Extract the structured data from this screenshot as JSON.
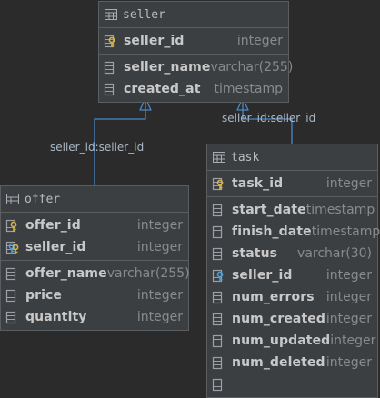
{
  "tables": [
    {
      "id": "seller",
      "name": "seller",
      "groups": [
        [
          {
            "name": "seller_id",
            "type": "integer",
            "icon": "primary-key-icon"
          }
        ],
        [
          {
            "name": "seller_name",
            "type": "varchar(255)",
            "icon": "column-icon"
          },
          {
            "name": "created_at",
            "type": "timestamp",
            "icon": "column-icon"
          }
        ]
      ]
    },
    {
      "id": "offer",
      "name": "offer",
      "groups": [
        [
          {
            "name": "offer_id",
            "type": "integer",
            "icon": "primary-key-icon"
          },
          {
            "name": "seller_id",
            "type": "integer",
            "icon": "primary-foreign-key-icon"
          }
        ],
        [
          {
            "name": "offer_name",
            "type": "varchar(255)",
            "icon": "column-icon"
          },
          {
            "name": "price",
            "type": "integer",
            "icon": "column-icon"
          },
          {
            "name": "quantity",
            "type": "integer",
            "icon": "column-icon"
          }
        ]
      ]
    },
    {
      "id": "task",
      "name": "task",
      "groups": [
        [
          {
            "name": "task_id",
            "type": "integer",
            "icon": "primary-key-icon"
          }
        ],
        [
          {
            "name": "start_date",
            "type": "timestamp",
            "icon": "column-icon"
          },
          {
            "name": "finish_date",
            "type": "timestamp",
            "icon": "column-icon"
          },
          {
            "name": "status",
            "type": "varchar(30)",
            "icon": "column-icon"
          },
          {
            "name": "seller_id",
            "type": "integer",
            "icon": "foreign-key-icon"
          },
          {
            "name": "num_errors",
            "type": "integer",
            "icon": "column-icon"
          },
          {
            "name": "num_created",
            "type": "integer",
            "icon": "column-icon"
          },
          {
            "name": "num_updated",
            "type": "integer",
            "icon": "column-icon"
          },
          {
            "name": "num_deleted",
            "type": "integer",
            "icon": "column-icon"
          }
        ]
      ]
    }
  ],
  "relations": [
    {
      "from": "offer",
      "to": "seller",
      "label": "seller_id:seller_id"
    },
    {
      "from": "task",
      "to": "seller",
      "label": "seller_id:seller_id"
    }
  ],
  "colors": {
    "background": "#2b2b2b",
    "table_fill": "#3c3f41",
    "relation_line": "#4a88c7",
    "key_icon": "#d6b34a",
    "column_icon": "#9aa0a6"
  }
}
